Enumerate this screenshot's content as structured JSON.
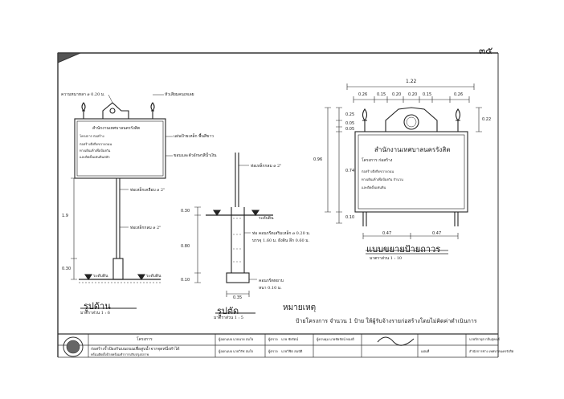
{
  "page": {
    "page_number": "๓๕"
  },
  "front_view": {
    "title": "รูปด้าน",
    "scale": "มาตราส่วน   1 : 6",
    "sign_lines": [
      "สำนักงานเทศบาลนครรังสิต",
      "โครงการ   ก่อสร้าง",
      "ก่อสร้างสิ่งกีดขวางถนน",
      "ทางเดินเท้าเพื่อป้องกัน",
      "และติดตั้งแท่นหินสลัก"
    ],
    "labels": {
      "top_decoration": "ความหนาหลา ø 0.20 ม.",
      "flag_pole": "หัวเสียมคนเทเลย",
      "plate": "แผ่นป้ายเหล็ก พื้นสีขาว",
      "text_color": "ขอบและตัวอักษรสีน้ำเงิน",
      "pipe_upper": "ท่อเหล็กเคลือบ ø 2\"",
      "pipe_lower": "ท่อเหล็กกลม ø 2\"",
      "ground_left": "ระดับดิน",
      "ground_right": "ระดับดิน"
    },
    "dims": [
      "1.9",
      "0.30"
    ]
  },
  "section_view": {
    "title": "รูปตัด",
    "scale": "มาตราส่วน   1 : 5",
    "labels": {
      "pipe": "ท่อเหล็กกลม ø 2\"",
      "ground": "ระดับดิน",
      "concrete_1": "ท่อ คอนกรีตเสริมเหล็ก ø 0.20 ม.",
      "concrete_2": "บรรจุ 1.60 ม. ฝังดิน ลึก 0.60 ม.",
      "base_1": "คอนกรีตหยาบ",
      "base_2": "หนา 0.10 ม."
    },
    "dims": [
      "0.30",
      "0.80",
      "0.10",
      "0.35"
    ]
  },
  "detail_view": {
    "title": "แบบขยายป้ายถาวร",
    "scale": "มาตราส่วน   1 : 10",
    "sign_title": "สำนักงานเทศบาลนครรังสิต",
    "sign_lines": [
      "โครงการ   ก่อสร้าง",
      "ก่อสร้างสิ่งกีดขวางถนน",
      "ทางเดินเท้าเพื่อป้องกัน จำนวน",
      "และติดตั้งแท่นหิน"
    ],
    "top_total": "1.22",
    "top_dims": [
      "0.26",
      "0.15",
      "0.20",
      "0.20",
      "0.15",
      "0.26"
    ],
    "left_dims": [
      "0.96",
      "0.25",
      "0.05",
      "0.05",
      "0.74",
      "0.10"
    ],
    "right_dim": "0.22",
    "bottom_dims": [
      "0.47",
      "0.47"
    ]
  },
  "notes": {
    "heading": "หมายเหตุ",
    "text": "ป้ายโครงการ จำนวน 1 ป้าย ให้ผู้รับจ้างรายก่อสร้างโดยไม่คิดค่าดำเนินการ"
  },
  "title_block": {
    "project_label": "โครงการ",
    "project_line1": "ก่อสร้างรั้วป้องกันบนถนนเพื่อสูบน้ำจากจุดหนึ่งทำได้",
    "project_line2": "พร้อมติดตั้งป้ายพร้อมทำการปรับปรุงสภาพ",
    "rows": [
      {
        "role": "ผู้ออกแบบ",
        "name": "นายนาย สมใจ"
      },
      {
        "role": "ผู้ตรวจ",
        "name": "นาย ชัยรัตน์"
      },
      {
        "role": "ผู้ออกแบบ",
        "name": "นายวิรัช สมใจ"
      },
      {
        "role": "ผู้ควบคุม",
        "name": "นายชัยรัตน์ ทองดี"
      },
      {
        "role": "ผู้ตรวจ",
        "name": "นายวิชิต สมบัติ"
      }
    ],
    "office": "สำนักการช่าง เทศบาลนครรังสิต",
    "engineer": "นายจิรายุส  กลิ่นสุคนธ์",
    "sheet_no": "แผ่นที่"
  },
  "colors": {
    "ink": "#1a1a1a",
    "paper": "#ffffff",
    "frame": "#333333"
  }
}
